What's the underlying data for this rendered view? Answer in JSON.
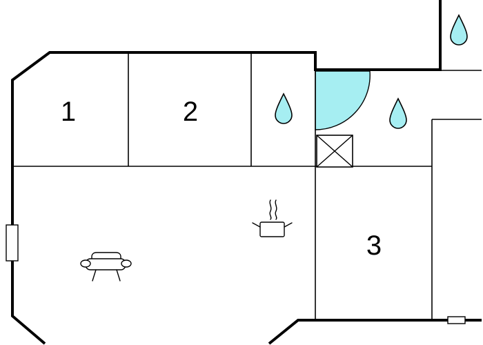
{
  "rooms": [
    {
      "id": "room-1",
      "number": "1"
    },
    {
      "id": "room-2",
      "number": "2"
    },
    {
      "id": "room-3",
      "number": "3"
    }
  ],
  "icons": [
    "water-drop-icon",
    "sofa-icon",
    "cooking-pot-icon",
    "door-swing-icon",
    "fireplace-icon",
    "radiator-icon"
  ],
  "colors": {
    "walls": "#000000",
    "water": "#a6eef2",
    "background": "#ffffff"
  }
}
